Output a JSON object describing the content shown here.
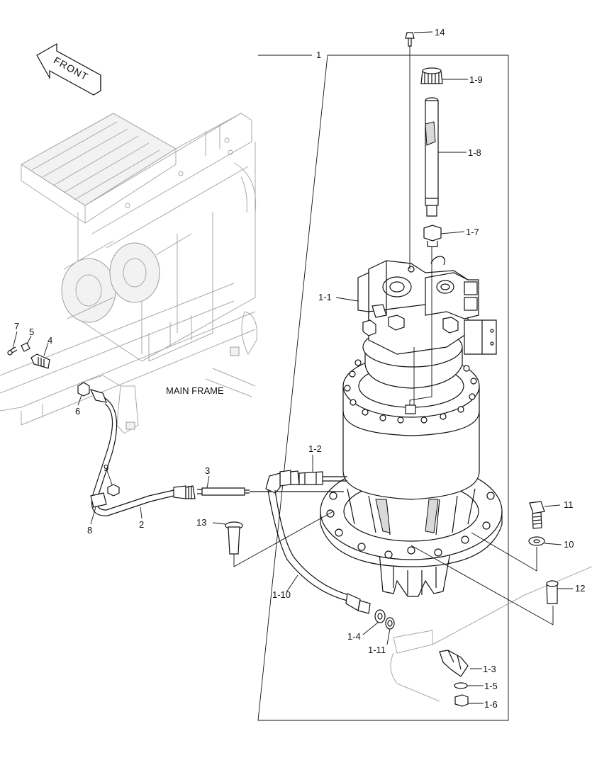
{
  "direction_label": "FRONT",
  "frame_label": "MAIN FRAME",
  "callouts": {
    "c1": "1",
    "c1_1": "1-1",
    "c1_2": "1-2",
    "c1_3": "1-3",
    "c1_4": "1-4",
    "c1_5": "1-5",
    "c1_6": "1-6",
    "c1_7": "1-7",
    "c1_8": "1-8",
    "c1_9": "1-9",
    "c1_10": "1-10",
    "c1_11": "1-11",
    "c2": "2",
    "c3": "3",
    "c4": "4",
    "c5": "5",
    "c6": "6",
    "c7": "7",
    "c8": "8",
    "c9": "9",
    "c10": "10",
    "c11": "11",
    "c12": "12",
    "c13": "13",
    "c14": "14"
  }
}
